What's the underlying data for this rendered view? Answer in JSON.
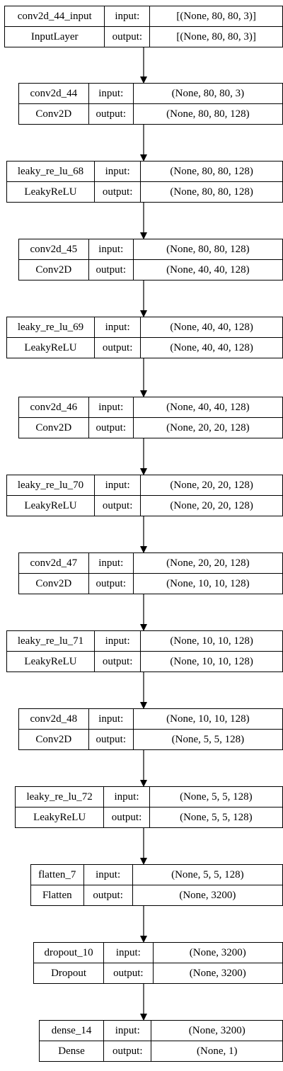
{
  "layers": [
    {
      "name": "conv2d_44_input",
      "type": "InputLayer",
      "in_label": "input:",
      "out_label": "output:",
      "input": "[(None, 80, 80, 3)]",
      "output": "[(None, 80, 80, 3)]"
    },
    {
      "name": "conv2d_44",
      "type": "Conv2D",
      "in_label": "input:",
      "out_label": "output:",
      "input": "(None, 80, 80, 3)",
      "output": "(None, 80, 80, 128)"
    },
    {
      "name": "leaky_re_lu_68",
      "type": "LeakyReLU",
      "in_label": "input:",
      "out_label": "output:",
      "input": "(None, 80, 80, 128)",
      "output": "(None, 80, 80, 128)"
    },
    {
      "name": "conv2d_45",
      "type": "Conv2D",
      "in_label": "input:",
      "out_label": "output:",
      "input": "(None, 80, 80, 128)",
      "output": "(None, 40, 40, 128)"
    },
    {
      "name": "leaky_re_lu_69",
      "type": "LeakyReLU",
      "in_label": "input:",
      "out_label": "output:",
      "input": "(None, 40, 40, 128)",
      "output": "(None, 40, 40, 128)"
    },
    {
      "name": "conv2d_46",
      "type": "Conv2D",
      "in_label": "input:",
      "out_label": "output:",
      "input": "(None, 40, 40, 128)",
      "output": "(None, 20, 20, 128)"
    },
    {
      "name": "leaky_re_lu_70",
      "type": "LeakyReLU",
      "in_label": "input:",
      "out_label": "output:",
      "input": "(None, 20, 20, 128)",
      "output": "(None, 20, 20, 128)"
    },
    {
      "name": "conv2d_47",
      "type": "Conv2D",
      "in_label": "input:",
      "out_label": "output:",
      "input": "(None, 20, 20, 128)",
      "output": "(None, 10, 10, 128)"
    },
    {
      "name": "leaky_re_lu_71",
      "type": "LeakyReLU",
      "in_label": "input:",
      "out_label": "output:",
      "input": "(None, 10, 10, 128)",
      "output": "(None, 10, 10, 128)"
    },
    {
      "name": "conv2d_48",
      "type": "Conv2D",
      "in_label": "input:",
      "out_label": "output:",
      "input": "(None, 10, 10, 128)",
      "output": "(None, 5, 5, 128)"
    },
    {
      "name": "leaky_re_lu_72",
      "type": "LeakyReLU",
      "in_label": "input:",
      "out_label": "output:",
      "input": "(None, 5, 5, 128)",
      "output": "(None, 5, 5, 128)"
    },
    {
      "name": "flatten_7",
      "type": "Flatten",
      "in_label": "input:",
      "out_label": "output:",
      "input": "(None, 5, 5, 128)",
      "output": "(None, 3200)"
    },
    {
      "name": "dropout_10",
      "type": "Dropout",
      "in_label": "input:",
      "out_label": "output:",
      "input": "(None, 3200)",
      "output": "(None, 3200)"
    },
    {
      "name": "dense_14",
      "type": "Dense",
      "in_label": "input:",
      "out_label": "output:",
      "input": "(None, 3200)",
      "output": "(None, 1)"
    }
  ]
}
